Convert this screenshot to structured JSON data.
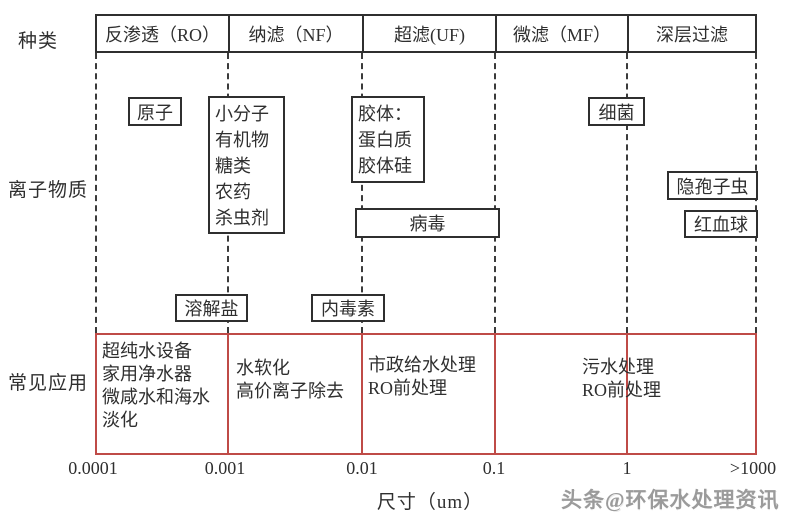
{
  "row_labels": {
    "category": "种类",
    "ionic_substance": "离子物质",
    "common_applications": "常见应用"
  },
  "header": {
    "columns": [
      {
        "label": "反渗透（RO）"
      },
      {
        "label": "纳滤（NF）"
      },
      {
        "label": "超滤(UF)"
      },
      {
        "label": "微滤（MF）"
      },
      {
        "label": "深层过滤"
      }
    ]
  },
  "substance_boxes": {
    "atom": {
      "label": "原子"
    },
    "small_molecules": {
      "lines": [
        "小分子",
        "有机物",
        "糖类",
        "农药",
        "杀虫剂"
      ]
    },
    "colloid": {
      "lines": [
        "胶体：",
        "蛋白质",
        "胶体硅"
      ]
    },
    "virus": {
      "label": "病毒"
    },
    "bacteria": {
      "label": "细菌"
    },
    "cryptosporidium": {
      "label": "隐孢子虫"
    },
    "red_blood_cell": {
      "label": "红血球"
    },
    "dissolved_salt": {
      "label": "溶解盐"
    },
    "endotoxin": {
      "label": "内毒素"
    }
  },
  "applications": {
    "ro": [
      "超纯水设备",
      "家用净水器",
      "微咸水和海水",
      "淡化"
    ],
    "nf": [
      "水软化",
      "高价离子除去"
    ],
    "uf": [
      "市政给水处理",
      "RO前处理"
    ],
    "mf_deep": [
      "污水处理",
      "RO前处理"
    ]
  },
  "axis": {
    "ticks": [
      "0.0001",
      "0.001",
      "0.01",
      "0.1",
      "1",
      ">1000"
    ],
    "title": "尺寸（um）"
  },
  "watermark": "头条@环保水处理资讯",
  "colors": {
    "line_black": "#2f2f2f",
    "table_red": "#bf4b47",
    "watermark_gray": "#9b9b9b"
  }
}
